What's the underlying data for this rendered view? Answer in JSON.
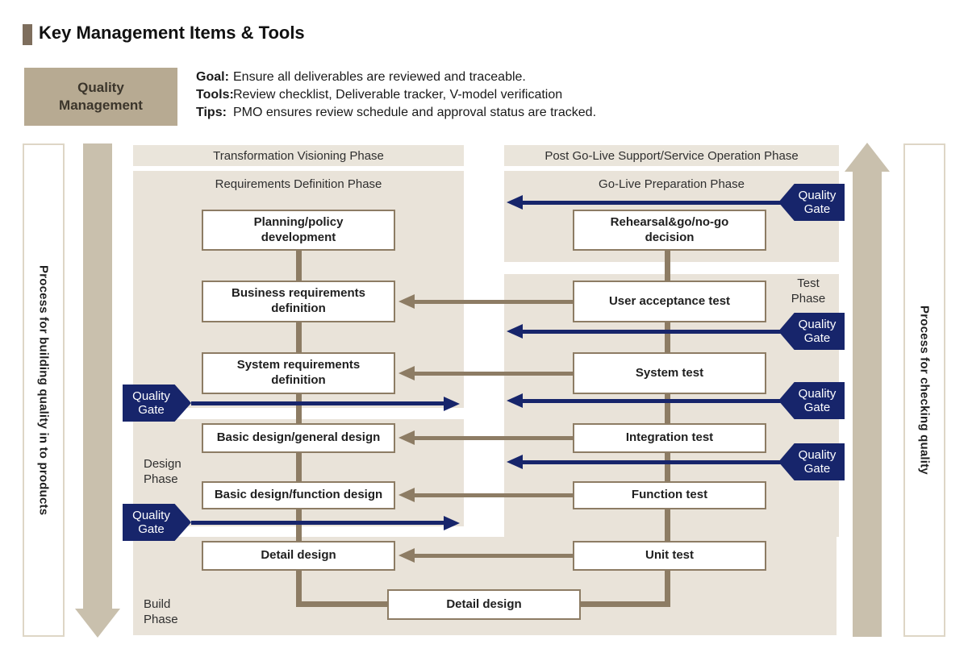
{
  "header": {
    "title": "Key Management Items & Tools"
  },
  "quality_management": {
    "label": "Quality\nManagement",
    "rows": [
      {
        "label": "Goal:",
        "text": "Ensure all deliverables are reviewed and traceable."
      },
      {
        "label": "Tools:",
        "text": "Review checklist, Deliverable tracker, V-model verification"
      },
      {
        "label": "Tips:",
        "text": "PMO ensures review schedule and approval status are tracked."
      }
    ]
  },
  "sidebars": {
    "left": "Process for building quality in to products",
    "right": "Process for checking quality"
  },
  "phases": {
    "transformation_visioning": "Transformation Visioning Phase",
    "post_golive": "Post Go-Live Support/Service Operation Phase",
    "requirements_definition": "Requirements Definition Phase",
    "golive_preparation": "Go-Live Preparation Phase",
    "design": "Design\nPhase",
    "build": "Build\nPhase",
    "test": "Test\nPhase"
  },
  "boxes": {
    "left": [
      "Planning/policy\ndevelopment",
      "Business requirements\ndefinition",
      "System requirements\ndefinition",
      "Basic design/general design",
      "Basic design/function design",
      "Detail design"
    ],
    "right": [
      "Rehearsal&go/no-go\ndecision",
      "User acceptance test",
      "System test",
      "Integration test",
      "Function test",
      "Unit test"
    ],
    "bottom": "Detail design"
  },
  "quality_gate_label": "Quality\nGate",
  "colors": {
    "accent_navy": "#17256b",
    "line_brown": "#8d7c64",
    "panel_beige": "#e9e3d9",
    "band_beige": "#eae5db",
    "process_arrow_tan": "#c9c0ad",
    "qm_box_tan": "#b7aa92",
    "title_accent": "#7e6e5d"
  }
}
